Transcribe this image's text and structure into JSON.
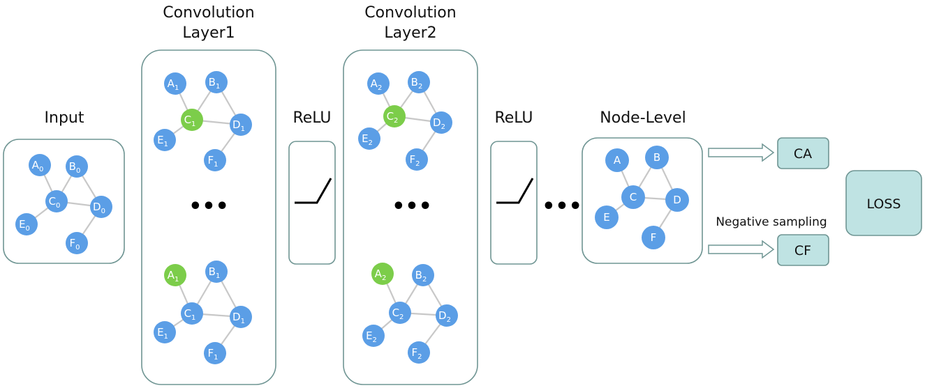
{
  "titles": {
    "input": "Input",
    "conv1_line1": "Convolution",
    "conv1_line2": "Layer1",
    "conv2_line1": "Convolution",
    "conv2_line2": "Layer2",
    "relu1": "ReLU",
    "relu2": "ReLU",
    "node_level": "Node-Level"
  },
  "ellipsis": "•••",
  "negative_sampling": "Negative sampling",
  "outputs": {
    "ca": "CA",
    "cf": "CF",
    "loss": "LOSS"
  },
  "colors": {
    "node": "#5b9ee6",
    "highlight": "#7ccd4a",
    "box_stroke": "#6f9593",
    "teal": "#bfe3e3",
    "edge": "#c8c8c8"
  },
  "graphs": {
    "input": {
      "nodes": [
        [
          "A",
          "0"
        ],
        [
          "B",
          "0"
        ],
        [
          "C",
          "0"
        ],
        [
          "D",
          "0"
        ],
        [
          "E",
          "0"
        ],
        [
          "F",
          "0"
        ]
      ],
      "highlight": ""
    },
    "conv1_top": {
      "nodes": [
        [
          "A",
          "1"
        ],
        [
          "B",
          "1"
        ],
        [
          "C",
          "1"
        ],
        [
          "D",
          "1"
        ],
        [
          "E",
          "1"
        ],
        [
          "F",
          "1"
        ]
      ],
      "highlight": "C"
    },
    "conv1_bottom": {
      "nodes": [
        [
          "A",
          "1"
        ],
        [
          "B",
          "1"
        ],
        [
          "C",
          "1"
        ],
        [
          "D",
          "1"
        ],
        [
          "E",
          "1"
        ],
        [
          "F",
          "1"
        ]
      ],
      "highlight": "A"
    },
    "conv2_top": {
      "nodes": [
        [
          "A",
          "2"
        ],
        [
          "B",
          "2"
        ],
        [
          "C",
          "2"
        ],
        [
          "D",
          "2"
        ],
        [
          "E",
          "2"
        ],
        [
          "F",
          "2"
        ]
      ],
      "highlight": "C"
    },
    "conv2_bottom": {
      "nodes": [
        [
          "A",
          "2"
        ],
        [
          "B",
          "2"
        ],
        [
          "C",
          "2"
        ],
        [
          "D",
          "2"
        ],
        [
          "E",
          "2"
        ],
        [
          "F",
          "2"
        ]
      ],
      "highlight": "A"
    },
    "node_level": {
      "nodes": [
        [
          "A",
          ""
        ],
        [
          "B",
          ""
        ],
        [
          "C",
          ""
        ],
        [
          "D",
          ""
        ],
        [
          "E",
          ""
        ],
        [
          "F",
          ""
        ]
      ],
      "highlight": ""
    }
  }
}
